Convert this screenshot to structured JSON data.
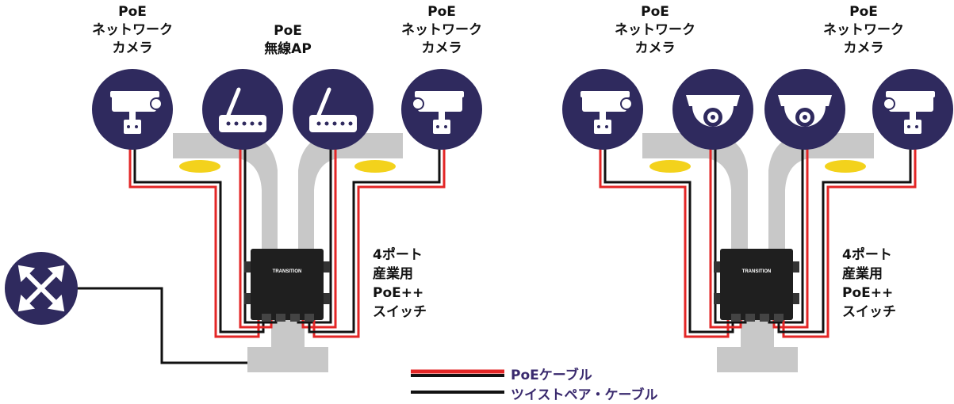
{
  "labels": {
    "cam_l1": [
      "PoE",
      "ネットワーク",
      "カメラ"
    ],
    "ap": [
      "PoE",
      "無線AP"
    ],
    "cam_l2": [
      "PoE",
      "ネットワーク",
      "カメラ"
    ],
    "cam_r1": [
      "PoE",
      "ネットワーク",
      "カメラ"
    ],
    "cam_r2": [
      "PoE",
      "ネットワーク",
      "カメラ"
    ]
  },
  "switch_left": [
    "4ポート",
    "産業用",
    "PoE++",
    "スイッチ"
  ],
  "switch_right": [
    "4ポート",
    "産業用",
    "PoE++",
    "スイッチ"
  ],
  "switch_brand": "TRANSITION",
  "legend": {
    "poe_cable": "PoEケーブル",
    "twisted_pair": "ツイストペア・ケーブル"
  },
  "colors": {
    "circle": "#2f2a5e",
    "pole": "#c8c8c8",
    "lamp": "#f3d21c",
    "poe_red": "#e32626",
    "cable_black": "#111111",
    "legend_text": "#3a2a6e"
  },
  "icons": [
    "camera-icon",
    "wifi-router-icon",
    "dome-camera-icon",
    "network-hub-icon"
  ]
}
